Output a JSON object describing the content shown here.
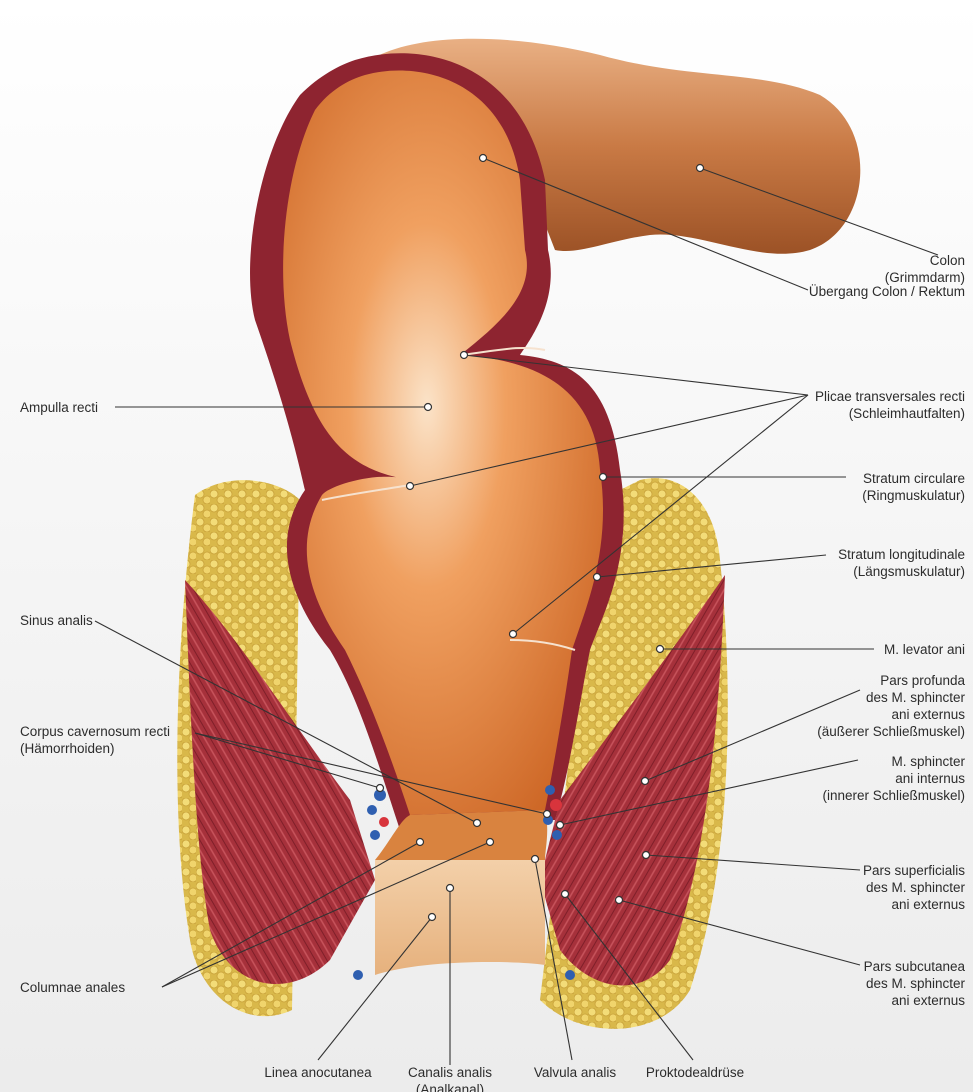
{
  "labels": {
    "colon": [
      "Colon",
      "(Grimmdarm)"
    ],
    "uebergang": [
      "Übergang Colon / Rektum"
    ],
    "plicae": [
      "Plicae transversales recti",
      "(Schleimhautfalten)"
    ],
    "stratum_circulare": [
      "Stratum circulare",
      "(Ringmuskulatur)"
    ],
    "stratum_longitudinale": [
      "Stratum longitudinale",
      "(Längsmuskulatur)"
    ],
    "levator": [
      "M. levator ani"
    ],
    "pars_profunda": [
      "Pars profunda",
      "des M. sphincter",
      "ani externus",
      "(äußerer Schließmuskel)"
    ],
    "sphincter_internus": [
      "M. sphincter",
      "ani internus",
      "(innerer Schließmuskel)"
    ],
    "pars_superficialis": [
      "Pars superficialis",
      "des M. sphincter",
      "ani externus"
    ],
    "pars_subcutanea": [
      "Pars subcutanea",
      "des M. sphincter",
      "ani externus"
    ],
    "ampulla": [
      "Ampulla recti"
    ],
    "sinus": [
      "Sinus analis"
    ],
    "corpus": [
      "Corpus cavernosum recti",
      "(Hämorrhoiden)"
    ],
    "columnae": [
      "Columnae anales"
    ],
    "linea": [
      "Linea anocutanea"
    ],
    "canalis": [
      "Canalis analis",
      "(Analkanal)"
    ],
    "valvula": [
      "Valvula analis"
    ],
    "proktodeal": [
      "Proktodealdrüse"
    ]
  },
  "colors": {
    "lumen": "#e8843a",
    "wall": "#8e2430",
    "muscle": "#a8323c",
    "fat": "#e8cf62",
    "skin": "#efc18e",
    "vein": "#2f5fb0"
  }
}
